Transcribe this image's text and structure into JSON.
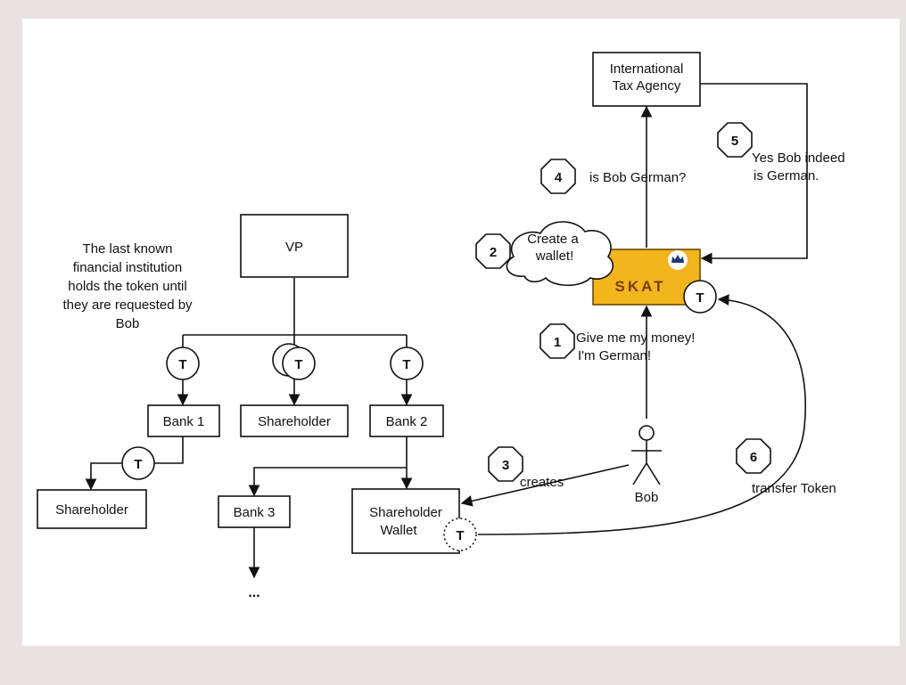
{
  "nodes": {
    "vp": "VP",
    "intl_tax_line1": "International",
    "intl_tax_line2": "Tax Agency",
    "bank1": "Bank 1",
    "bank2": "Bank 2",
    "bank3": "Bank 3",
    "shareholder_mid": "Shareholder",
    "shareholder_left": "Shareholder",
    "wallet_line1": "Shareholder",
    "wallet_line2": "Wallet",
    "skat": "SKAT",
    "bob": "Bob",
    "ellipsis": "..."
  },
  "token_label": "T",
  "steps": [
    "1",
    "2",
    "3",
    "4",
    "5",
    "6"
  ],
  "labels": {
    "step1_line1": "Give me my money!",
    "step1_line2": "I'm German!",
    "step2_line1": "Create a",
    "step2_line2": "wallet!",
    "step3": "creates",
    "step4": "is Bob German?",
    "step5_line1": "Yes Bob indeed",
    "step5_line2": "is German.",
    "step6": "transfer Token"
  },
  "note_lines": [
    "The last known",
    "financial institution",
    "holds the token until",
    "they are requested by",
    "Bob"
  ],
  "colors": {
    "skat_fill": "#f3b51c",
    "skat_border": "#6b4a00",
    "skat_text": "#7a3b00",
    "background": "#e8e2e2"
  }
}
